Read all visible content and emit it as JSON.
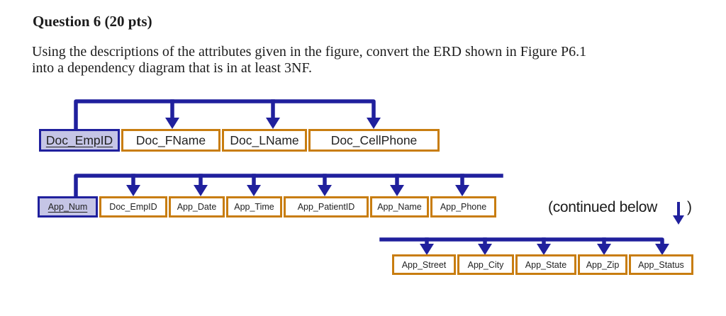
{
  "theme": {
    "navy": "#20209d",
    "orange": "#c87d10",
    "key-fill": "#c5c5e6",
    "text": "#1c1c1c"
  },
  "page": {
    "heading": "Question 6 (20 pts)",
    "paragraph": {
      "lines": [
        "Using the descriptions of the attributes given in the figure, convert the ERD shown in Figure P6.1",
        "into a dependency diagram that is in at least 3NF."
      ]
    }
  },
  "diagram": {
    "rows": [
      {
        "name": "doctor",
        "attributes": [
          {
            "label": "Doc_EmpID",
            "key": true
          },
          {
            "label": "Doc_FName"
          },
          {
            "label": "Doc_LName"
          },
          {
            "label": "Doc_CellPhone"
          }
        ]
      },
      {
        "name": "appointment",
        "attributes": [
          {
            "label": "App_Num",
            "key": true
          },
          {
            "label": "Doc_EmpID"
          },
          {
            "label": "App_Date"
          },
          {
            "label": "App_Time"
          },
          {
            "label": "App_PatientID"
          },
          {
            "label": "App_Name"
          },
          {
            "label": "App_Phone"
          }
        ]
      },
      {
        "name": "appointment-continued",
        "attributes": [
          {
            "label": "App_Street"
          },
          {
            "label": "App_City"
          },
          {
            "label": "App_State"
          },
          {
            "label": "App_Zip"
          },
          {
            "label": "App_Status"
          }
        ]
      }
    ],
    "continued_note": {
      "prefix": "(continued below",
      "suffix": ")"
    }
  }
}
